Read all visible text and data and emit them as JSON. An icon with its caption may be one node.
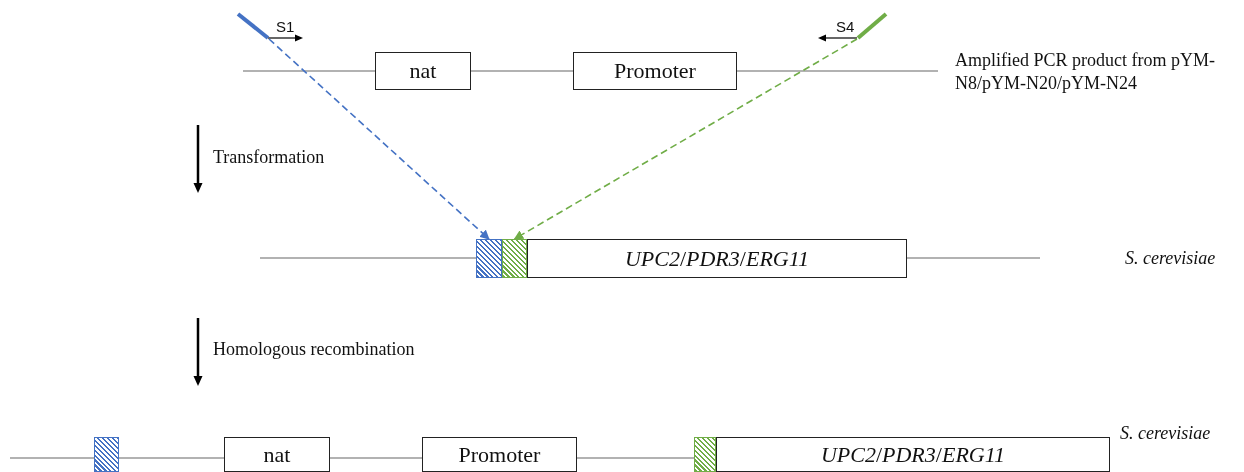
{
  "diagram": {
    "nodes": [
      {
        "text": [],
        "shape": "bar",
        "beside": [
          "S1"
        ]
      },
      {
        "text": [
          "nat"
        ]
      },
      {
        "text": [
          "Promoter"
        ]
      },
      {
        "text": [],
        "shape": "bar",
        "beside": [
          "S4"
        ]
      },
      {
        "text": [],
        "shape": "box"
      },
      {
        "text": [],
        "shape": "box"
      },
      {
        "text": [
          "*UPC2*/*PDR3*/*ERG11*"
        ]
      },
      {
        "text": [],
        "shape": "box"
      },
      {
        "text": [
          "nat"
        ]
      },
      {
        "text": [
          "Promoter"
        ]
      },
      {
        "text": [],
        "shape": "box"
      },
      {
        "text": [
          "*UPC2*/*PDR3*/*ERG11*"
        ]
      }
    ],
    "edges": [
      {
        "from": 0,
        "to": 4,
        "arrow": "to",
        "style": "dashed",
        "color": "#4472c4"
      },
      {
        "from": 3,
        "to": 5,
        "arrow": "to",
        "style": "dashed",
        "color": "#70ad47"
      }
    ],
    "labels": [
      "Amplified PCR product from pYM-N8/pYM-N20/pYM-N24",
      "Transformation",
      "S. cerevisiae",
      "Homologous recombination",
      "S. cerevisiae"
    ]
  }
}
